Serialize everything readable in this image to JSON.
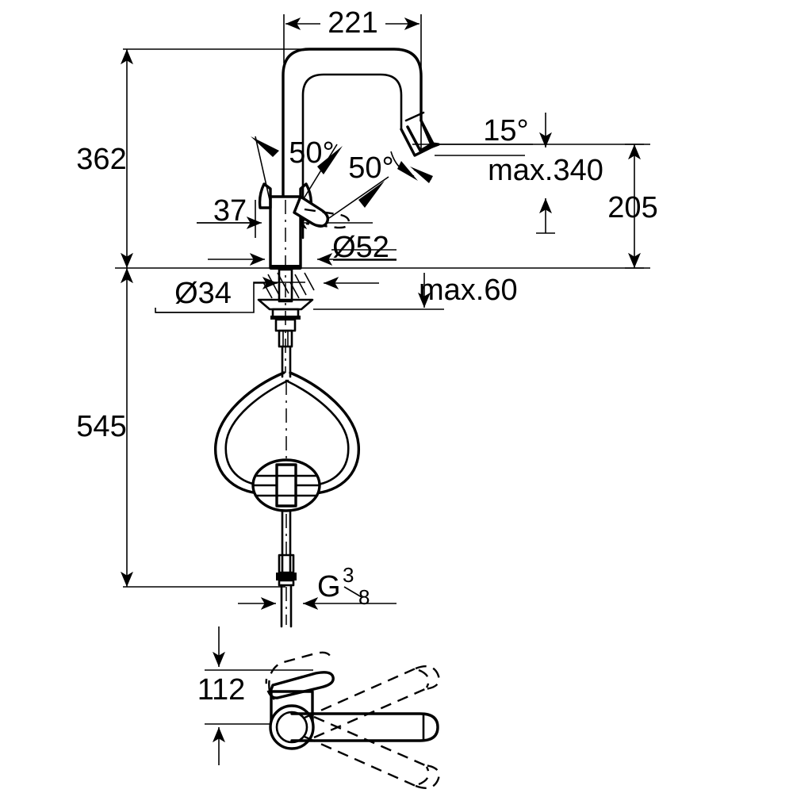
{
  "drawing": {
    "type": "technical-dimension-drawing",
    "subject": "pull-out kitchen mixer tap",
    "units": "mm",
    "background_color": "#ffffff",
    "line_color": "#000000",
    "views": [
      {
        "name": "front-elevation",
        "label": ""
      },
      {
        "name": "plan-view-swivel-range",
        "label": ""
      }
    ]
  },
  "dimensions": {
    "spout_reach": {
      "value": "221",
      "orientation": "horizontal",
      "position": "top"
    },
    "height_to_counter": {
      "value": "362",
      "orientation": "vertical",
      "position": "left-upper"
    },
    "length_below_counter": {
      "value": "545",
      "orientation": "vertical",
      "position": "left-lower"
    },
    "spray_pull_down": {
      "value": "max.340",
      "orientation": "vertical",
      "position": "right"
    },
    "spout_height_outlet": {
      "value": "205",
      "orientation": "vertical",
      "position": "right-far"
    },
    "counter_thickness": {
      "value": "max.60",
      "orientation": "vertical",
      "position": "center-below-counter"
    },
    "handle_offset": {
      "value": "37",
      "orientation": "horizontal",
      "position": "left-of-body"
    },
    "body_diameter": {
      "value": "Ø52",
      "orientation": "horizontal",
      "position": "right-of-body"
    },
    "shank_diameter": {
      "value": "Ø34",
      "orientation": "horizontal",
      "position": "below-counter-left"
    },
    "connection_thread": {
      "value": "G",
      "superscript": "3",
      "subscript": "8",
      "orientation": "horizontal",
      "position": "bottom-hose"
    },
    "plan_handle_height": {
      "value": "112",
      "orientation": "vertical",
      "position": "bottom-left"
    }
  },
  "angles": {
    "handle_back": {
      "value": "50°",
      "position": "upper-left-of-handle"
    },
    "handle_forward": {
      "value": "50°",
      "position": "right-of-handle"
    },
    "spray_head_tilt": {
      "value": "15°",
      "position": "right-of-spray-head"
    }
  },
  "labels": {
    "d221": "221",
    "d362": "362",
    "d545": "545",
    "d340": "max.340",
    "d205": "205",
    "d60": "max.60",
    "d37": "37",
    "d52": "Ø52",
    "d34": "Ø34",
    "d112": "112",
    "g_thread_main": "G",
    "g_thread_num": "3",
    "g_thread_den": "8",
    "a50_upper": "50°",
    "a50_lower": "50°",
    "a15": "15°"
  }
}
